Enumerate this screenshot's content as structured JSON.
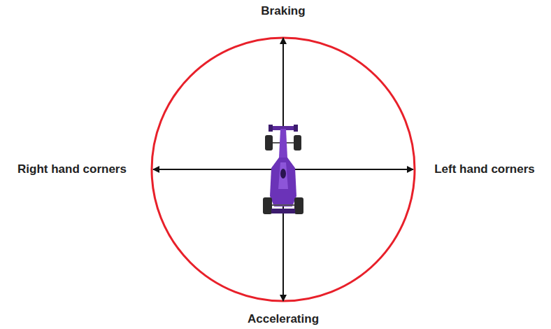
{
  "diagram": {
    "labels": [
      "Braking",
      "Right hand corners",
      "Left hand corners",
      "Accelerating"
    ]
  }
}
